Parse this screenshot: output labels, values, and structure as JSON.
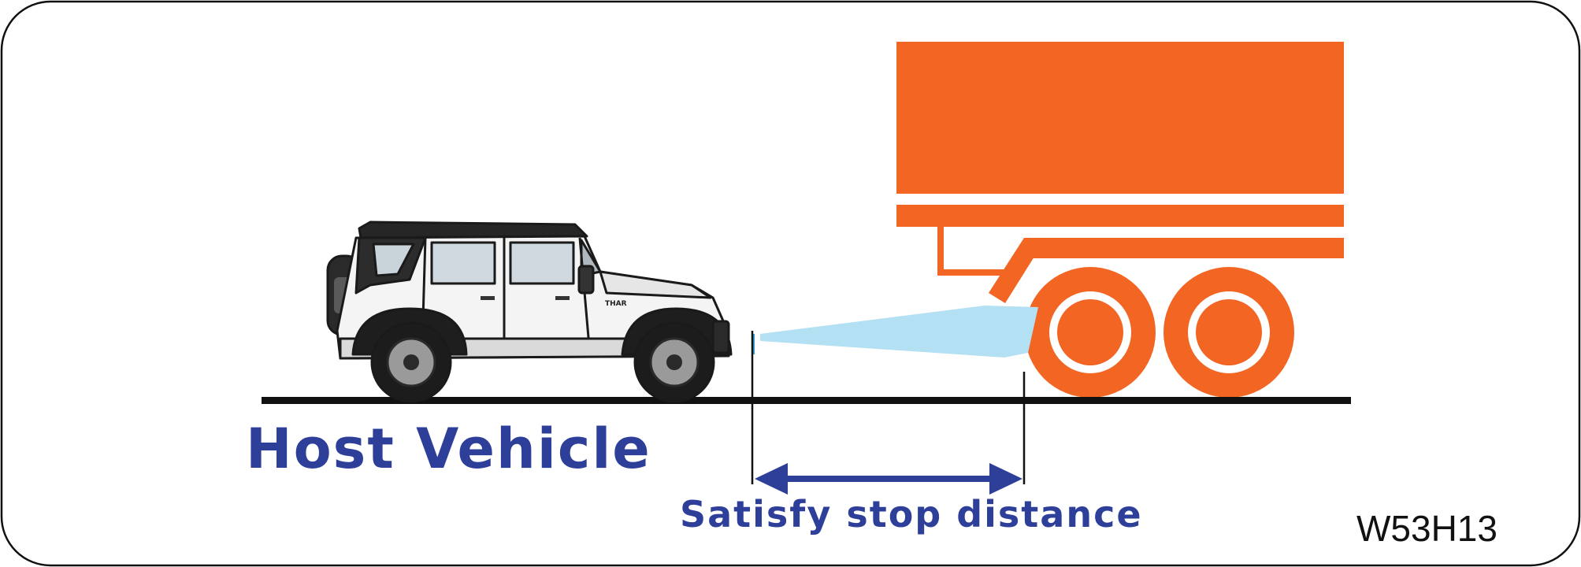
{
  "labels": {
    "host_vehicle": "Host Vehicle",
    "stop_distance": "Satisfy stop distance",
    "figure_code": "W53H13"
  },
  "host_vehicle_badge": "THAR",
  "colors": {
    "truck": "#f26522",
    "sensor_beam": "#b3e0f2",
    "label_text": "#2e3f9a",
    "arrow": "#2e3f9a",
    "road": "#111111",
    "code_text": "#111111",
    "border": "#111111"
  },
  "icons": {
    "host_vehicle": "suv-side-view-icon",
    "target_vehicle": "truck-trailer-icon",
    "sensor": "radar-beam-icon",
    "distance": "double-headed-arrow-icon"
  }
}
